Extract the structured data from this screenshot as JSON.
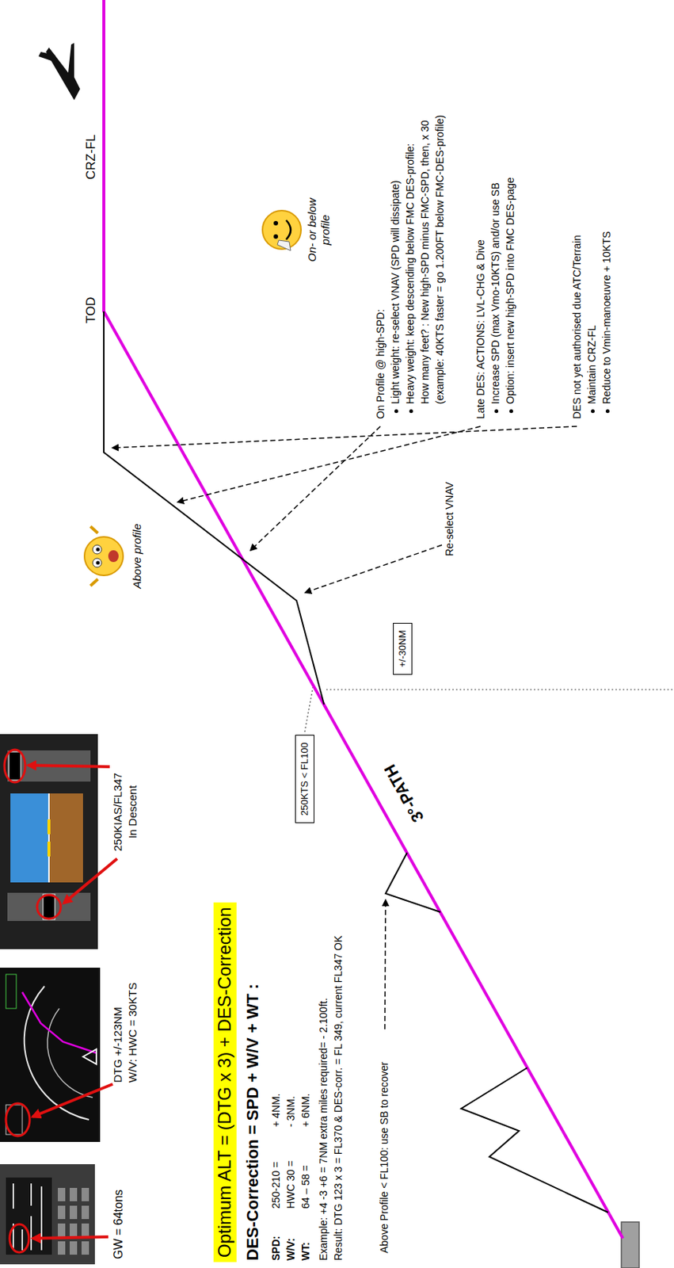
{
  "diagram": {
    "nodes": [
      {
        "text": [
          "Optimum ALT = (DTG x 3) + DES-Correction"
        ]
      },
      {
        "text": [
          "+/-30NM"
        ]
      },
      {
        "text": [
          "250KTS < FL100"
        ]
      }
    ],
    "labels": [
      "CRZ-FL",
      "TOD",
      "DES not yet authorised due ATC/Terrain",
      "Maintain CRZ-FL",
      "Reduce to Vmin-manoeuvre + 10KTS",
      "Late DES: ACTIONS: LVL-CHG & Dive",
      "Increase SPD (max Vmo-10KTS) and/or use SB",
      "Option: insert new high-SPD into FMC DES-page",
      "On- or below profile",
      "Above profile",
      "3°-PATH",
      "On Profile @ high-SPD:",
      "Light weight: re-select VNAV (SPD will dissipate)",
      "Heavy weight: keep descending below FMC DES-profile:",
      "How many feet? : New high-SPD minus FMC-SPD, then, x 30",
      "(example: 40KTS faster = go 1.200FT below FMC-DES-profile)",
      "Re-select VNAV",
      "Above Profile < FL100: use SB to recover",
      "GW = 64tons",
      "DTG +/-123NM",
      "W/V: HWC = 30KTS",
      "250KIAS/FL347",
      "In Descent",
      "DES-Correction = SPD + W/V + WT :",
      "SPD:",
      "250-210 =",
      "+ 4NM.",
      "W/V:",
      "HWC 30 =",
      "- 3NM.",
      "WT:",
      "64 – 58 =",
      "+ 6NM.",
      "Example: +4 -3 +6 = 7NM extra miles required= - 2.100ft.",
      "Result: DTG 123 x 3 = FL370 & DES-corr. = FL 349, current FL347 OK"
    ]
  }
}
